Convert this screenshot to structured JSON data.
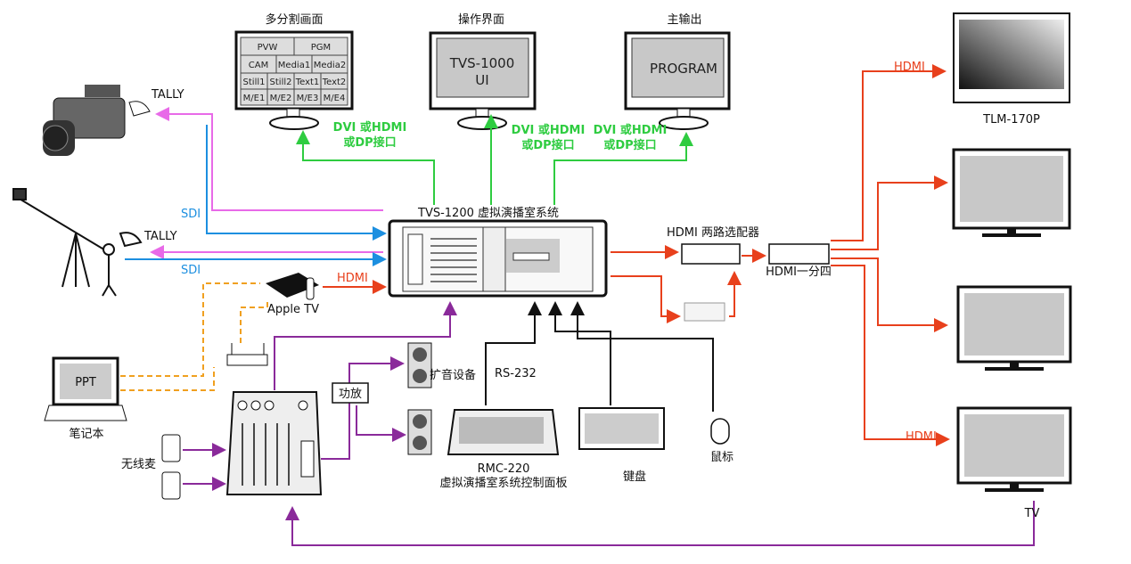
{
  "monitors": {
    "multiview": {
      "title": "多分割画面",
      "cells": [
        "PVW",
        "PGM",
        "CAM",
        "Media1",
        "Media2",
        "Still1",
        "Still2",
        "Text1",
        "Text2",
        "M/E1",
        "M/E2",
        "M/E3",
        "M/E4"
      ]
    },
    "ui": {
      "title": "操作界面",
      "line1": "TVS-1000",
      "line2": "UI"
    },
    "program": {
      "title": "主输出",
      "screen": "PROGRAM"
    }
  },
  "links": {
    "dvi_line1": "DVI 或HDMI",
    "dvi_line2": "或DP接口",
    "tally": "TALLY",
    "sdi": "SDI",
    "hdmi": "HDMI",
    "rs232": "RS-232"
  },
  "devices": {
    "main": "TVS-1200 虚拟演播室系统",
    "apple_tv": "Apple TV",
    "laptop": "笔记本",
    "laptop_screen": "PPT",
    "wireless_mic": "无线麦",
    "amplifier": "功放",
    "speakers": "扩音设备",
    "control_panel_model": "RMC-220",
    "control_panel_name": "虚拟演播室系统控制面板",
    "keyboard": "键盘",
    "mouse": "鼠标",
    "hdmi_switch": "HDMI 两路选配器",
    "hdmi_splitter": "HDMI一分四",
    "tlm": "TLM-170P",
    "tv": "TV"
  },
  "colors": {
    "green": "#2ecc40",
    "red": "#e8401c",
    "blue": "#1c8fe0",
    "pink": "#e86ae8",
    "purple": "#8a2a9a",
    "orange": "#f0a020",
    "black": "#111111"
  }
}
